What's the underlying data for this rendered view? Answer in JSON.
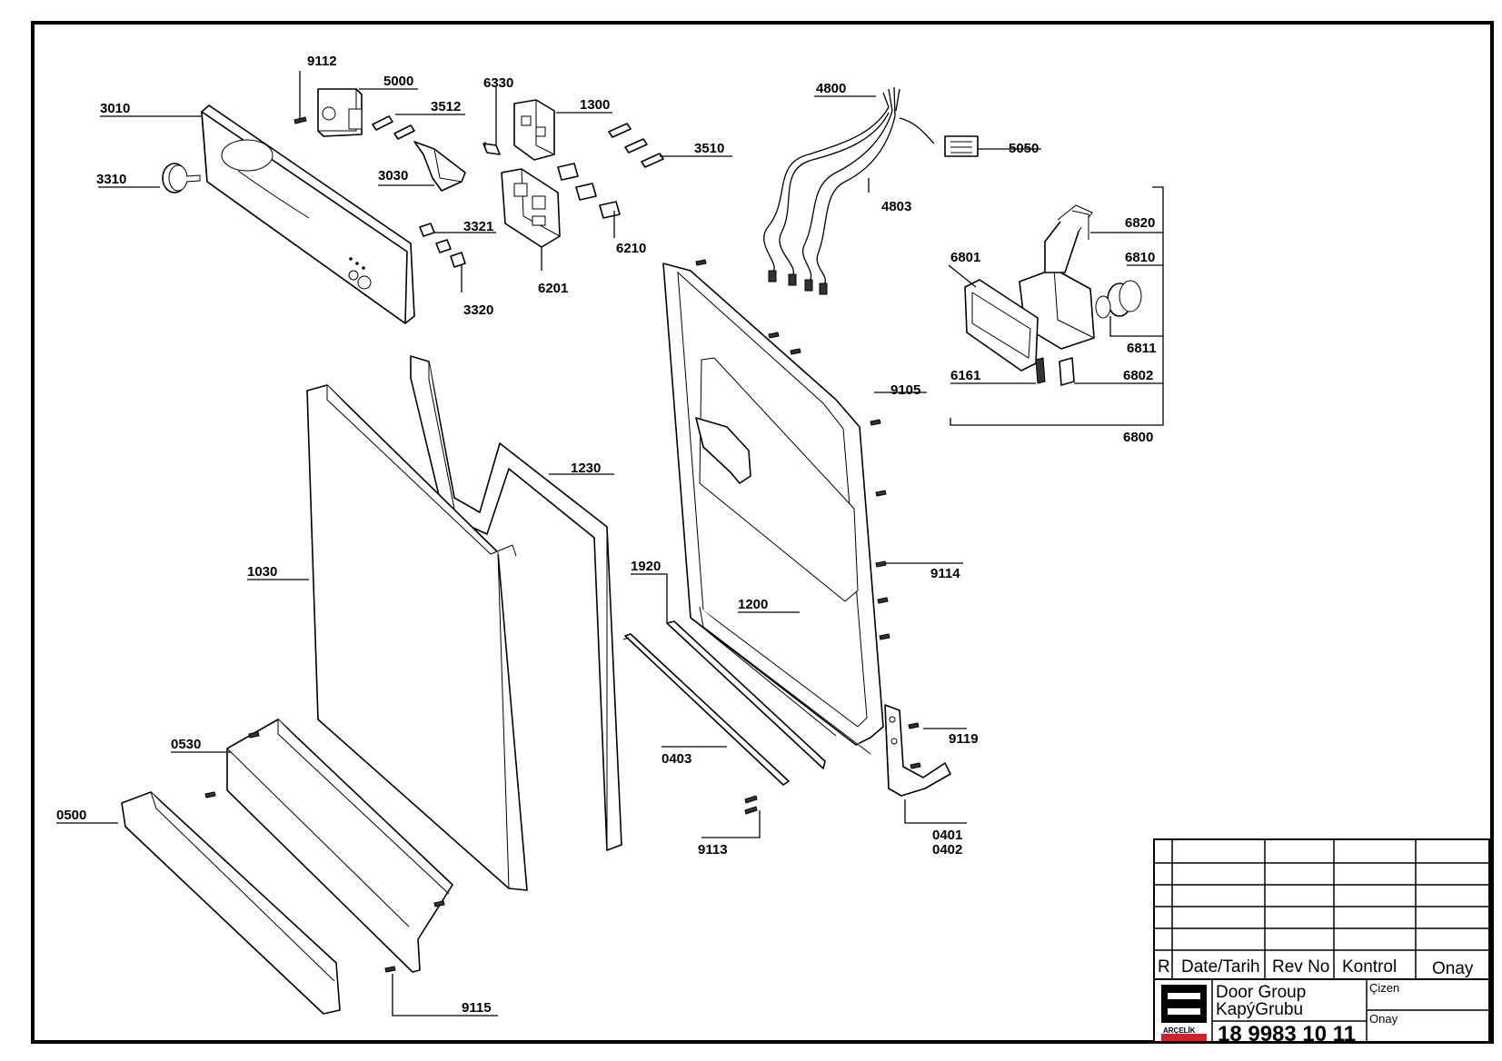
{
  "diagram": {
    "parts": [
      {
        "id": "part-9112",
        "label": "9112"
      },
      {
        "id": "part-5000",
        "label": "5000"
      },
      {
        "id": "part-6330",
        "label": "6330"
      },
      {
        "id": "part-3010",
        "label": "3010"
      },
      {
        "id": "part-3512",
        "label": "3512"
      },
      {
        "id": "part-1300",
        "label": "1300"
      },
      {
        "id": "part-3510",
        "label": "3510"
      },
      {
        "id": "part-3310",
        "label": "3310"
      },
      {
        "id": "part-3030",
        "label": "3030"
      },
      {
        "id": "part-3321",
        "label": "3321"
      },
      {
        "id": "part-6210",
        "label": "6210"
      },
      {
        "id": "part-6201",
        "label": "6201"
      },
      {
        "id": "part-3320",
        "label": "3320"
      },
      {
        "id": "part-4800",
        "label": "4800"
      },
      {
        "id": "part-5050",
        "label": "5050"
      },
      {
        "id": "part-4803",
        "label": "4803"
      },
      {
        "id": "part-6820",
        "label": "6820"
      },
      {
        "id": "part-6801",
        "label": "6801"
      },
      {
        "id": "part-6810",
        "label": "6810"
      },
      {
        "id": "part-6811",
        "label": "6811"
      },
      {
        "id": "part-6161",
        "label": "6161"
      },
      {
        "id": "part-6802",
        "label": "6802"
      },
      {
        "id": "part-9105",
        "label": "9105"
      },
      {
        "id": "part-6800",
        "label": "6800"
      },
      {
        "id": "part-1230",
        "label": "1230"
      },
      {
        "id": "part-1030",
        "label": "1030"
      },
      {
        "id": "part-1920",
        "label": "1920"
      },
      {
        "id": "part-9114",
        "label": "9114"
      },
      {
        "id": "part-1200",
        "label": "1200"
      },
      {
        "id": "part-0530",
        "label": "0530"
      },
      {
        "id": "part-0403",
        "label": "0403"
      },
      {
        "id": "part-9119",
        "label": "9119"
      },
      {
        "id": "part-0500",
        "label": "0500"
      },
      {
        "id": "part-0401",
        "label": "0401"
      },
      {
        "id": "part-0402",
        "label": "0402"
      },
      {
        "id": "part-9113",
        "label": "9113"
      },
      {
        "id": "part-9115",
        "label": "9115"
      }
    ]
  },
  "title_block": {
    "col_r": "R",
    "col_date": "Date/Tarih",
    "col_rev": "Rev No",
    "col_kontrol": "Kontrol",
    "col_onay": "Onay",
    "title_en": "Door Group",
    "title_tr": "KapýGrubu",
    "cizen": "Çizen",
    "onay_small": "Onay",
    "drawing_no": "18 9983 10 11",
    "brand": "ARÇELİK",
    "brand_color": "#d4202a"
  }
}
